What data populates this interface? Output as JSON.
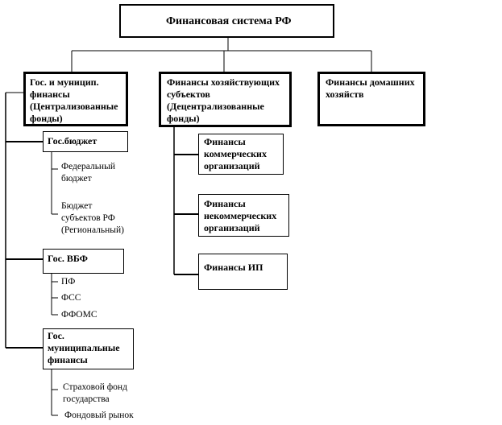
{
  "root": {
    "label": "Финансовая система РФ"
  },
  "top_boxes": [
    {
      "label": "Гос. и муницип.\nфинансы\n(Централизованные\nфонды)"
    },
    {
      "label": "Финансы хозяйствующих\nсубъектов\n(Децентрализованные\nфонды)"
    },
    {
      "label": "Финансы домашних\nхозяйств"
    }
  ],
  "gov": {
    "budget": {
      "label": "Гос.бюджет",
      "items": [
        "Федеральный\nбюджет",
        "Бюджет\nсубъектов РФ\n(Региональный)"
      ]
    },
    "vbf": {
      "label": "Гос. ВБФ",
      "items": [
        "ПФ",
        "ФСС",
        "ФФОМС"
      ]
    },
    "municipal": {
      "label": "Гос.\nмуниципальные\nфинансы",
      "items": [
        "Страховой фонд\nгосударства",
        "Фондовый рынок"
      ]
    }
  },
  "business": {
    "items": [
      "Финансы\nкоммерческих\nорганизаций",
      "Финансы\nнекоммерческих\nорганизаций",
      "Финансы ИП"
    ]
  }
}
